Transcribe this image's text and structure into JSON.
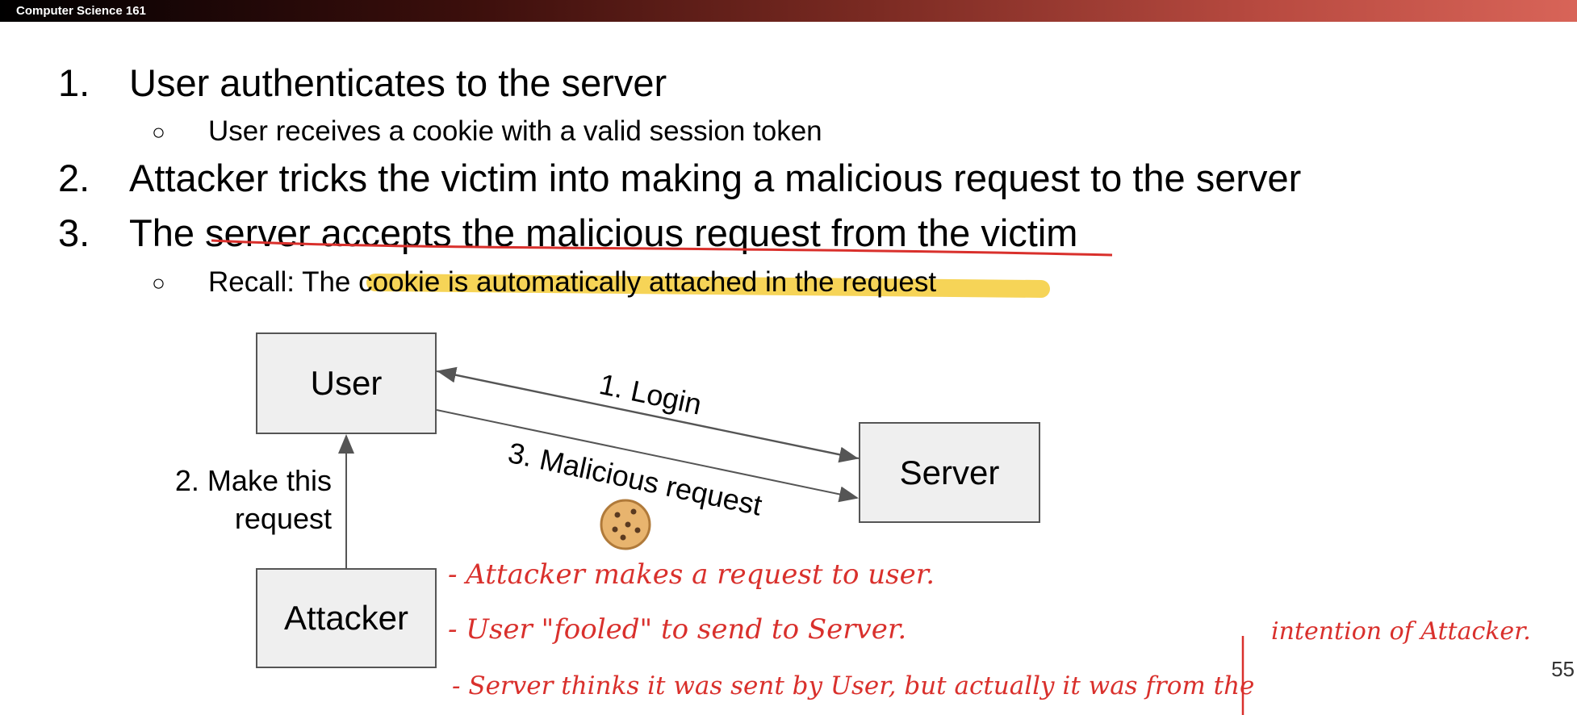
{
  "header": {
    "course": "Computer Science 161"
  },
  "items": [
    {
      "number": "1.",
      "text": "User authenticates to the server",
      "sub": "User receives a cookie with a valid session token"
    },
    {
      "number": "2.",
      "text": "Attacker tricks the victim into making a malicious request to the server"
    },
    {
      "number": "3.",
      "text_prefix": "The ",
      "text_underlined": "server accepts the malicious request from the victim",
      "sub_prefix": "Recall: The ",
      "sub_highlighted": "cookie is automatically attached in the request"
    }
  ],
  "bullet_glyph": "○",
  "diagram": {
    "user": "User",
    "server": "Server",
    "attacker": "Attacker",
    "edge_login": "1. Login",
    "edge_make_line1": "2. Make this",
    "edge_make_line2": "request",
    "edge_malicious": "3. Malicious request",
    "cookie_icon": "cookie-icon"
  },
  "handwritten_notes": [
    "- Attacker makes a request to user.",
    "- User \"fooled\" to send to Server.",
    "- Server thinks it was sent by User, but actually it was from the",
    "intention of Attacker."
  ],
  "colors": {
    "ink": "#d9302c",
    "highlight": "#f5cc3a",
    "box_fill": "#efefef"
  },
  "page_number": "55"
}
